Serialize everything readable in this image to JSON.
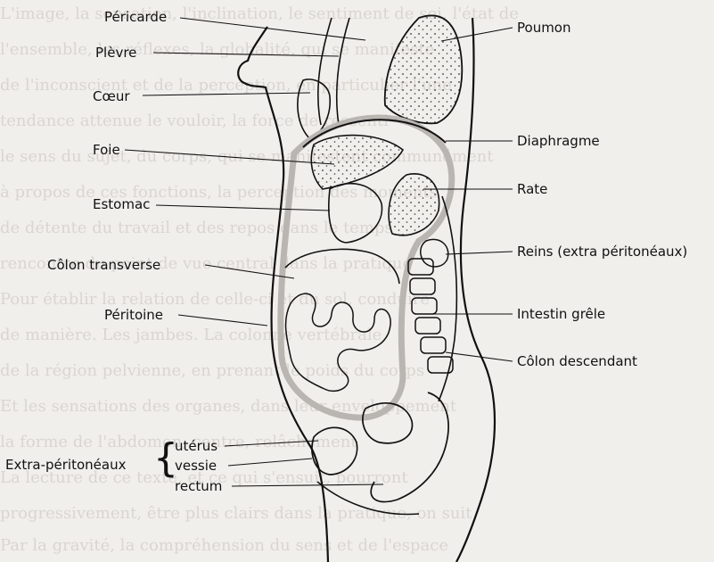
{
  "labels_left": {
    "pericarde": "Péricarde",
    "plevre": "Plèvre",
    "coeur": "Cœur",
    "foie": "Foie",
    "estomac": "Estomac",
    "colon_transverse": "Côlon transverse",
    "peritoine": "Péritoine"
  },
  "labels_right": {
    "poumon": "Poumon",
    "diaphragme": "Diaphragme",
    "rate": "Rate",
    "reins": "Reins (extra péritonéaux)",
    "intestin_grele": "Intestin grêle",
    "colon_descendant": "Côlon descendant"
  },
  "extra_group": {
    "title": "Extra-péritonéaux",
    "items": [
      "utérus",
      "vessie",
      "rectum"
    ]
  },
  "colors": {
    "paper": "#f1efec",
    "ink": "#111111",
    "peritoneum": "#b9b6b2",
    "bleed_text": "#d9d6d1"
  }
}
